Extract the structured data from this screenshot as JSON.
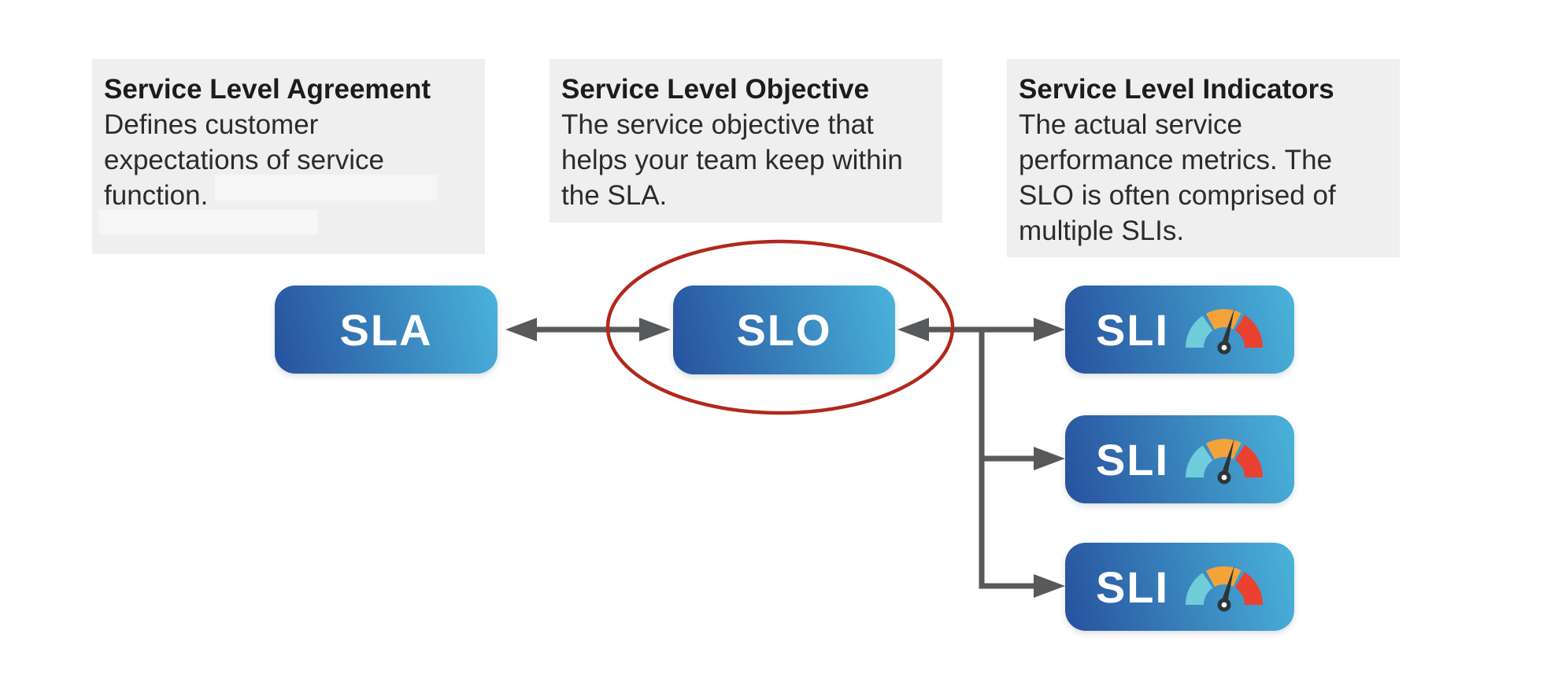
{
  "colors": {
    "connector": "#58595b",
    "highlight_ellipse": "#b0291c",
    "node_gradient_start": "#27519d",
    "node_gradient_end": "#4ab3db",
    "description_bg": "#f0efef",
    "redaction_bg": "#f7f6f6",
    "gauge_teal": "#6fcddb",
    "gauge_orange": "#f4a339",
    "gauge_red": "#ea4130",
    "gauge_needle": "#2e3538",
    "node_text": "#ffffff",
    "title_text": "#1c1c1e",
    "body_text": "#2b2b2d"
  },
  "descriptions": [
    {
      "title": "Service Level Agreement",
      "lines": [
        "Defines customer",
        "expectations of service",
        "function."
      ]
    },
    {
      "title": "Service Level Objective",
      "lines": [
        "The service objective that",
        "helps your team keep within",
        "the SLA."
      ]
    },
    {
      "title": "Service Level Indicators",
      "lines": [
        "The actual service",
        "performance metrics. The",
        "SLO is often comprised of",
        "multiple SLIs."
      ]
    }
  ],
  "nodes": {
    "sla": {
      "label": "SLA"
    },
    "slo": {
      "label": "SLO"
    },
    "sli": [
      {
        "label": "SLI"
      },
      {
        "label": "SLI"
      },
      {
        "label": "SLI"
      }
    ]
  }
}
